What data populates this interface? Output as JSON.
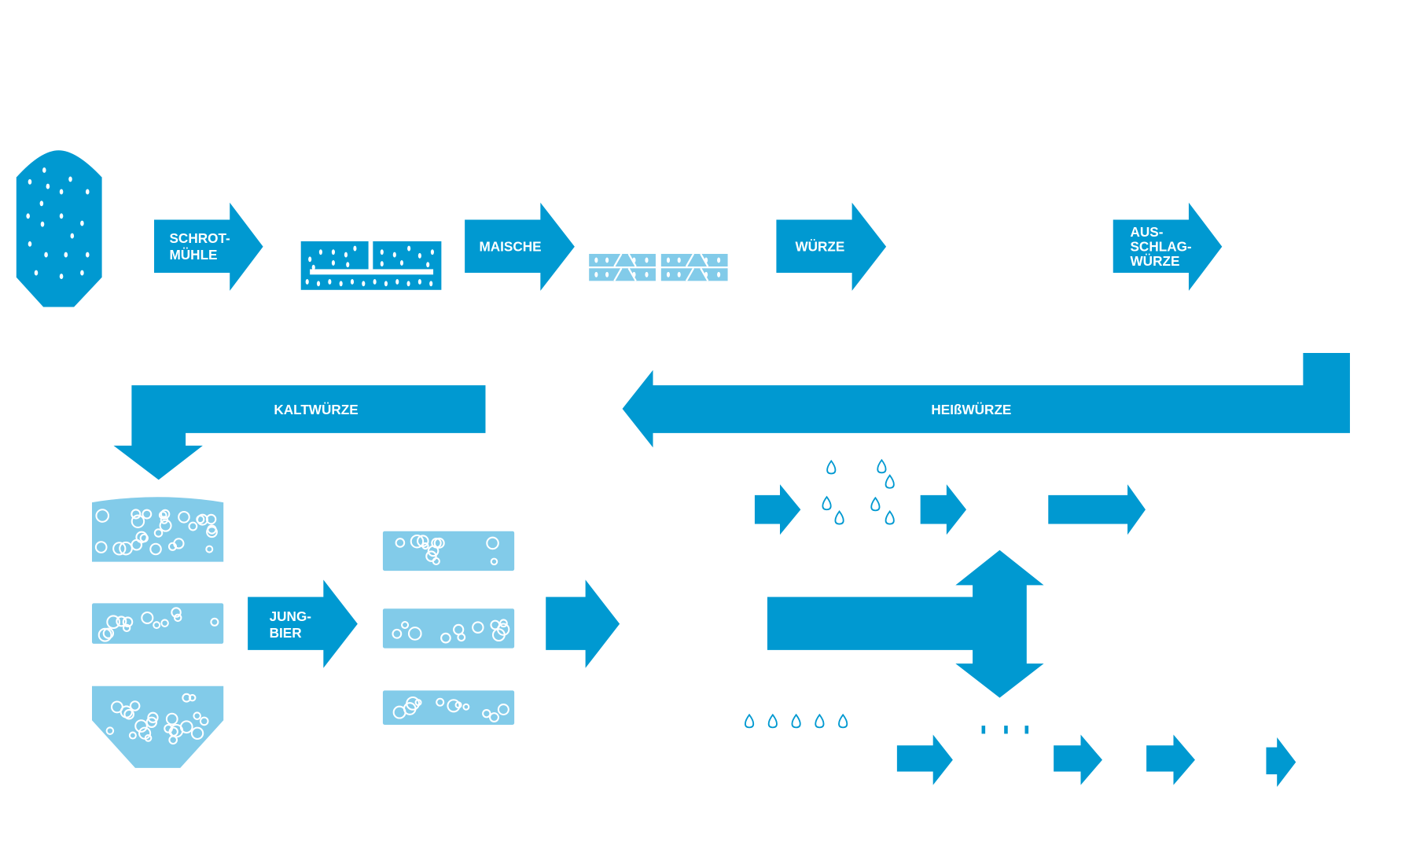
{
  "colors": {
    "primary": "#0099d1",
    "light": "#82cbe9",
    "background": "#ffffff"
  },
  "labels": {
    "schrotmuehle": [
      "SCHROT-",
      "MÜHLE"
    ],
    "maische": "MAISCHE",
    "wuerze": "WÜRZE",
    "ausschlagwuerze": [
      "AUS-",
      "SCHLAG-",
      "WÜRZE"
    ],
    "heisswuerze": "HEIßWÜRZE",
    "kaltwuerze": "KALTWÜRZE",
    "jungbier": [
      "JUNG-",
      "BIER"
    ]
  }
}
